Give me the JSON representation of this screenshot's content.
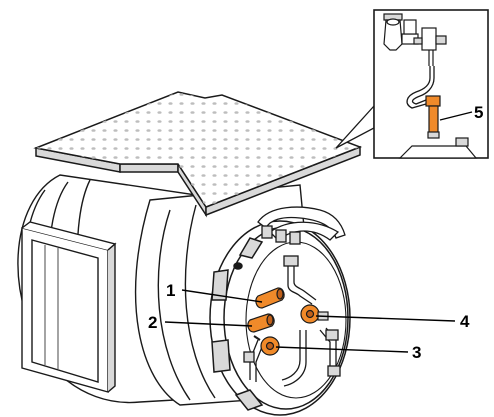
{
  "callouts": [
    {
      "number": "1"
    },
    {
      "number": "2"
    },
    {
      "number": "3"
    },
    {
      "number": "4"
    },
    {
      "number": "5"
    }
  ],
  "colors": {
    "line": "#1a1a1a",
    "fill": "#ffffff",
    "hole": "#bdbdbd",
    "highlight": "#f08a2a",
    "highlight_dark": "#c0601a",
    "shade": "#d9d9d9"
  }
}
